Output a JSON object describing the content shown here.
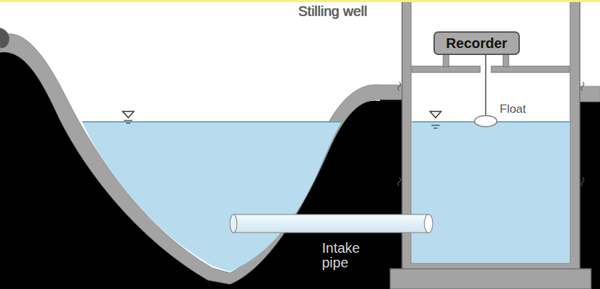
{
  "diagram": {
    "nodes": [
      {
        "text": [
          "Recorder"
        ]
      }
    ],
    "labels": [
      "Stilling well",
      "Float",
      "Intake pipe"
    ]
  }
}
